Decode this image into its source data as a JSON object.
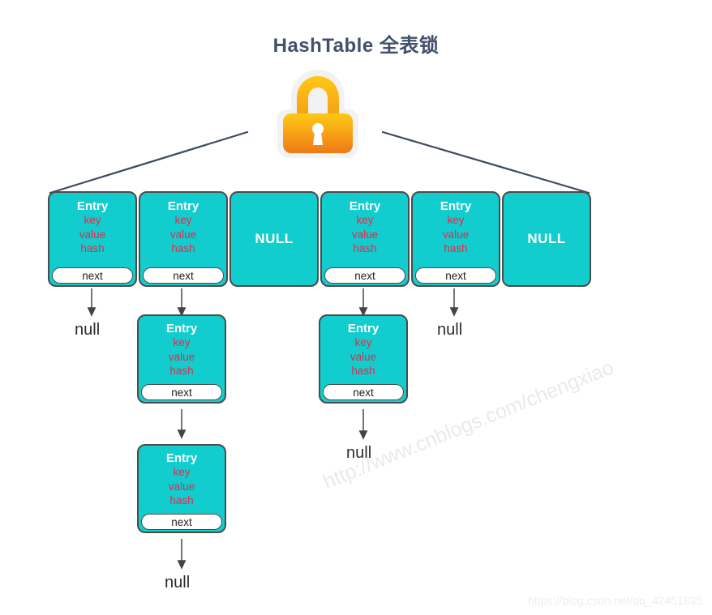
{
  "title": "HashTable 全表锁",
  "colors": {
    "title": "#41516b",
    "entry_fill": "#12cdce",
    "entry_border": "#4c4c4c",
    "field_text": "#e12b4e",
    "connector_line": "#3d4a63",
    "arrow": "#555555",
    "lock_top": "#fcc21b",
    "lock_bottom": "#ef7c16",
    "null_text": "#2b2b2b"
  },
  "lock": {
    "icon": "padlock-icon",
    "label": "lock"
  },
  "table": {
    "name": "hashtable-bucket-array",
    "buckets": [
      {
        "kind": "entry",
        "title": "Entry",
        "fields": [
          "key",
          "value",
          "hash"
        ],
        "next_label": "next"
      },
      {
        "kind": "entry",
        "title": "Entry",
        "fields": [
          "key",
          "value",
          "hash"
        ],
        "next_label": "next"
      },
      {
        "kind": "null",
        "label": "NULL"
      },
      {
        "kind": "entry",
        "title": "Entry",
        "fields": [
          "key",
          "value",
          "hash"
        ],
        "next_label": "next"
      },
      {
        "kind": "entry",
        "title": "Entry",
        "fields": [
          "key",
          "value",
          "hash"
        ],
        "next_label": "next"
      },
      {
        "kind": "null",
        "label": "NULL"
      }
    ]
  },
  "chains": {
    "bucket0": {
      "terminal": "null"
    },
    "bucket1": {
      "nodes": [
        {
          "title": "Entry",
          "fields": [
            "key",
            "value",
            "hash"
          ],
          "next_label": "next"
        },
        {
          "title": "Entry",
          "fields": [
            "key",
            "value",
            "hash"
          ],
          "next_label": "next"
        }
      ],
      "terminal": "null"
    },
    "bucket3": {
      "nodes": [
        {
          "title": "Entry",
          "fields": [
            "key",
            "value",
            "hash"
          ],
          "next_label": "next"
        }
      ],
      "terminal": "null"
    },
    "bucket4": {
      "terminal": "null"
    }
  },
  "watermarks": {
    "cnblogs": "http://www.cnblogs.com/chengxiao",
    "csdn": "https://blog.csdn.net/qq_42451835"
  }
}
